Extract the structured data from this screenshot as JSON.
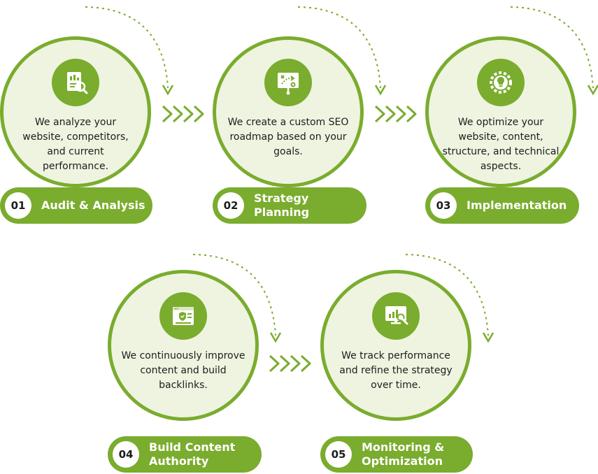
{
  "steps": [
    {
      "num": "01",
      "title": "Audit & Analysis",
      "desc": "We analyze your website, competitors, and current performance.",
      "icon": "audit-report-icon"
    },
    {
      "num": "02",
      "title": "Strategy Planning",
      "desc": "We create a custom SEO roadmap based on your goals.",
      "icon": "strategy-board-icon"
    },
    {
      "num": "03",
      "title": "Implementation",
      "desc": "We optimize your website, content, structure, and technical aspects.",
      "icon": "bulb-gear-icon"
    },
    {
      "num": "04",
      "title": "Build Content\nAuthority",
      "desc": "We continuously improve content and build backlinks.",
      "icon": "shield-browser-icon"
    },
    {
      "num": "05",
      "title": "Monitoring &\nOptimization",
      "desc": "We track performance and refine the strategy over time.",
      "icon": "monitor-chart-icon"
    }
  ],
  "colors": {
    "accent": "#7aac2e",
    "circle_fill": "#eef4e0",
    "text": "#1d1d1d"
  }
}
